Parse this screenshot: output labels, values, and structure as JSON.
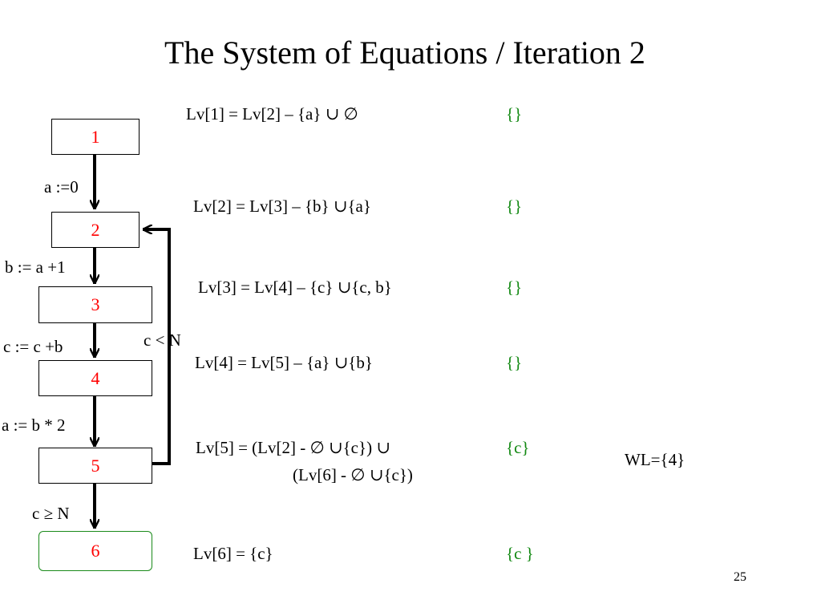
{
  "title": "The System of Equations / Iteration 2",
  "nodes": [
    "1",
    "2",
    "3",
    "4",
    "5",
    "6"
  ],
  "edges": {
    "e12": "a :=0",
    "e23": "b := a +1",
    "e34": "c := c +b",
    "e45": "a := b * 2",
    "e56": "c ≥ N",
    "back": "c < N"
  },
  "equations": [
    "Lv[1] = Lv[2] – {a} ∪ ∅",
    "Lv[2] = Lv[3] – {b} ∪{a}",
    "Lv[3] = Lv[4] – {c} ∪{c, b}",
    "Lv[4] = Lv[5] – {a} ∪{b}",
    "Lv[5] = (Lv[2] - ∅ ∪{c})  ∪",
    "(Lv[6] - ∅ ∪{c})",
    "Lv[6] = {c}"
  ],
  "solutions": [
    "{}",
    "{}",
    "{}",
    "{}",
    "{c}",
    "{c }"
  ],
  "worklist": "WL={4}",
  "page_number": "25",
  "colors": {
    "node_label": "#ff0000",
    "solution": "#118811",
    "exit_border": "#1a8a1a"
  }
}
